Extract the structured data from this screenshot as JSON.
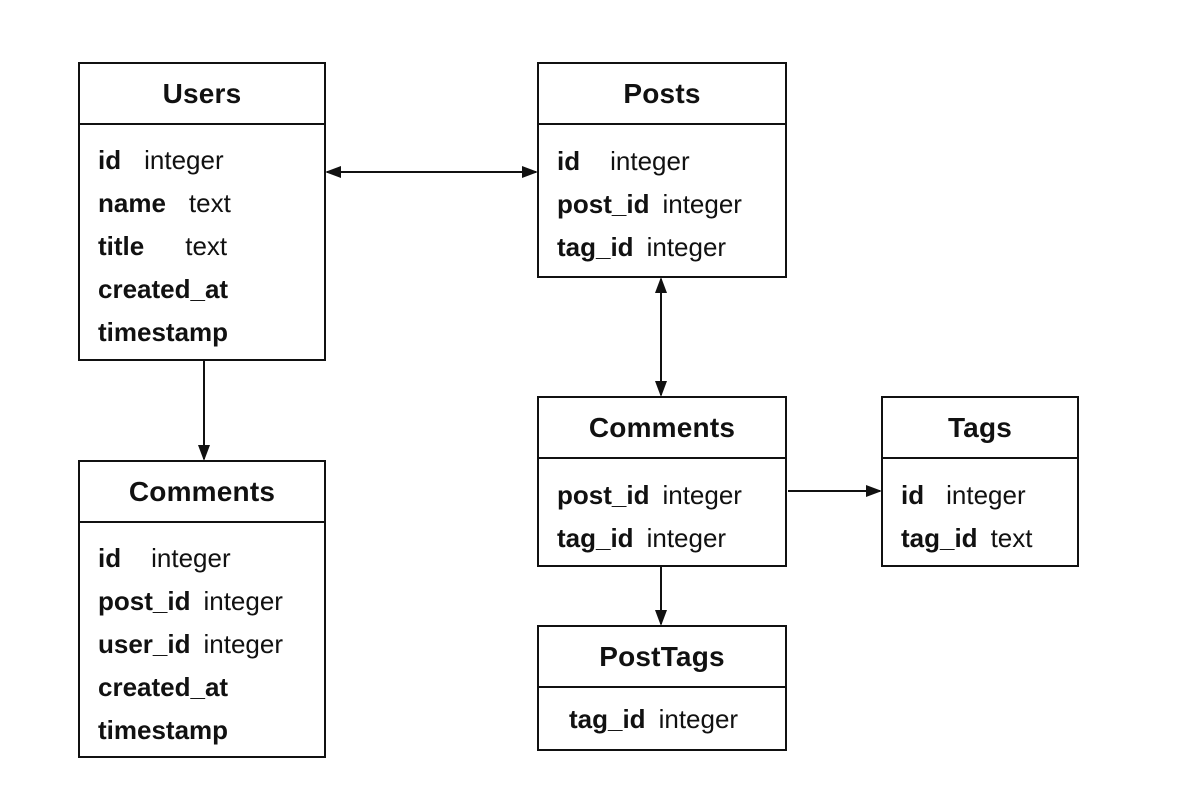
{
  "entities": {
    "users": {
      "title": "Users",
      "fields": [
        {
          "name": "id",
          "type": "integer"
        },
        {
          "name": "name",
          "type": "text"
        },
        {
          "name": "title",
          "type": "text"
        },
        {
          "name": "created_at",
          "type": ""
        },
        {
          "name": "timestamp",
          "type": ""
        }
      ]
    },
    "posts": {
      "title": "Posts",
      "fields": [
        {
          "name": "id",
          "type": "integer"
        },
        {
          "name": "post_id",
          "type": "integer"
        },
        {
          "name": "tag_id",
          "type": "integer"
        }
      ]
    },
    "comments_left": {
      "title": "Comments",
      "fields": [
        {
          "name": "id",
          "type": "integer"
        },
        {
          "name": "post_id",
          "type": "integer"
        },
        {
          "name": "user_id",
          "type": "integer"
        },
        {
          "name": "created_at",
          "type": ""
        },
        {
          "name": "timestamp",
          "type": ""
        }
      ]
    },
    "comments_right": {
      "title": "Comments",
      "fields": [
        {
          "name": "post_id",
          "type": "integer"
        },
        {
          "name": "tag_id",
          "type": "integer"
        }
      ]
    },
    "tags": {
      "title": "Tags",
      "fields": [
        {
          "name": "id",
          "type": "integer"
        },
        {
          "name": "tag_id",
          "type": "text"
        }
      ]
    },
    "posttags": {
      "title": "PostTags",
      "fields": [
        {
          "name": "tag_id",
          "type": "integer"
        }
      ]
    }
  },
  "colors": {
    "line": "#111111",
    "background": "#ffffff"
  }
}
